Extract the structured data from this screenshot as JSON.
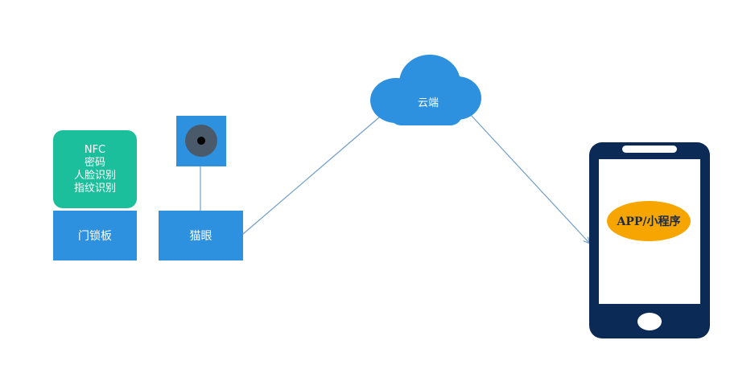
{
  "panel": {
    "lines": [
      "NFC",
      "密码",
      "人脸识别",
      "指纹识别"
    ]
  },
  "lock_board": {
    "label": "门锁板"
  },
  "peephole": {
    "label": "猫眼"
  },
  "camera": {
    "icon": "camera-icon"
  },
  "cloud": {
    "label": "云端",
    "icon": "cloud-icon"
  },
  "phone": {
    "label": "APP/小程序",
    "icon": "smartphone-icon"
  },
  "colors": {
    "green": "#1cbf9b",
    "blue": "#2e91e0",
    "navy": "#0b2a55",
    "orange": "#f7a500",
    "line": "#6f9ec9"
  }
}
